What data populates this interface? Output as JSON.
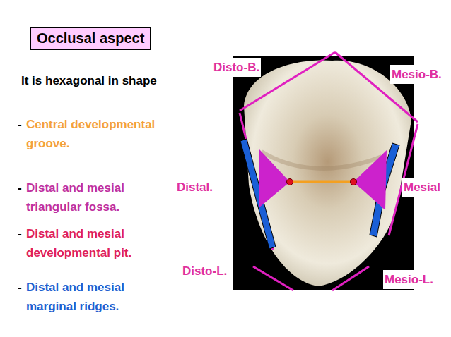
{
  "diagram": {
    "title": "Occlusal aspect",
    "labels": [
      "It is hexagonal in shape",
      "-",
      "Central developmental groove.",
      "-",
      "Distal and mesial triangular fossa.",
      "-",
      "Distal and mesial developmental pit.",
      "-",
      "Distal and mesial marginal ridges.",
      "Disto-B.",
      "Mesio-B.",
      "Distal.",
      "Mesial",
      "Disto-L.",
      "Mesio-L."
    ]
  }
}
